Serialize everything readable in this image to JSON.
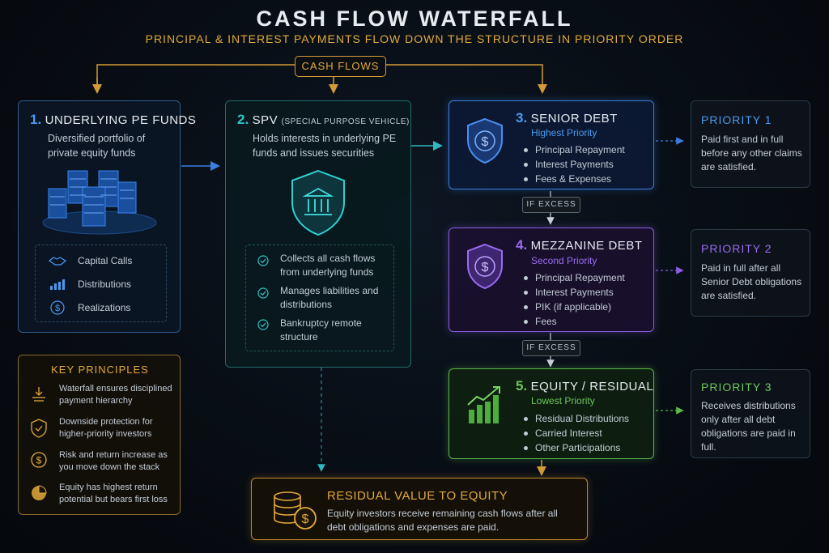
{
  "title": "CASH FLOW WATERFALL",
  "subtitle": "PRINCIPAL & INTEREST PAYMENTS FLOW DOWN THE STRUCTURE IN PRIORITY ORDER",
  "cash_flows_label": "CASH FLOWS",
  "pe_funds": {
    "number": "1.",
    "title": "UNDERLYING PE FUNDS",
    "desc": "Diversified portfolio of private equity funds",
    "items": [
      "Capital Calls",
      "Distributions",
      "Realizations"
    ],
    "icons": [
      "handshake-icon",
      "bar-chart-icon",
      "dollar-circle-icon"
    ]
  },
  "spv": {
    "number": "2.",
    "title": "SPV",
    "title_note": "(SPECIAL PURPOSE VEHICLE)",
    "desc": "Holds interests in underlying PE funds and issues securities",
    "items": [
      "Collects all cash flows from underlying funds",
      "Manages liabilities and distributions",
      "Bankruptcy remote structure"
    ]
  },
  "senior": {
    "number": "3.",
    "title": "SENIOR DEBT",
    "priority_label": "Highest Priority",
    "items": [
      "Principal Repayment",
      "Interest Payments",
      "Fees & Expenses"
    ]
  },
  "mezz": {
    "number": "4.",
    "title": "MEZZANINE DEBT",
    "priority_label": "Second Priority",
    "items": [
      "Principal Repayment",
      "Interest Payments",
      "PIK (if applicable)",
      "Fees"
    ]
  },
  "equity": {
    "number": "5.",
    "title": "EQUITY / RESIDUAL",
    "priority_label": "Lowest Priority",
    "items": [
      "Residual Distributions",
      "Carried Interest",
      "Other Participations"
    ]
  },
  "if_excess_1": "IF EXCESS",
  "if_excess_2": "IF EXCESS",
  "priority1": {
    "title": "PRIORITY 1",
    "text": "Paid first and in full before any other claims are satisfied."
  },
  "priority2": {
    "title": "PRIORITY 2",
    "text": "Paid in full after all Senior Debt obligations are satisfied."
  },
  "priority3": {
    "title": "PRIORITY 3",
    "text": "Receives distributions only after all debt obligations are paid in full."
  },
  "key_principles": {
    "title": "KEY PRINCIPLES",
    "items": [
      "Waterfall ensures disciplined payment hierarchy",
      "Downside protection for higher-priority investors",
      "Risk and return increase as you move down the stack",
      "Equity has highest return potential but bears first loss"
    ],
    "icons": [
      "waterfall-icon",
      "shield-check-icon",
      "dollar-circle-icon",
      "pie-chart-icon"
    ]
  },
  "residual": {
    "title": "RESIDUAL VALUE TO EQUITY",
    "text": "Equity investors receive remaining cash flows after all debt obligations and expenses are paid."
  },
  "colors": {
    "gold": "#e2a93b",
    "blue": "#3a7fe0",
    "purple": "#8a5ce0",
    "green": "#5cb84a",
    "teal": "#2fc4c4"
  }
}
